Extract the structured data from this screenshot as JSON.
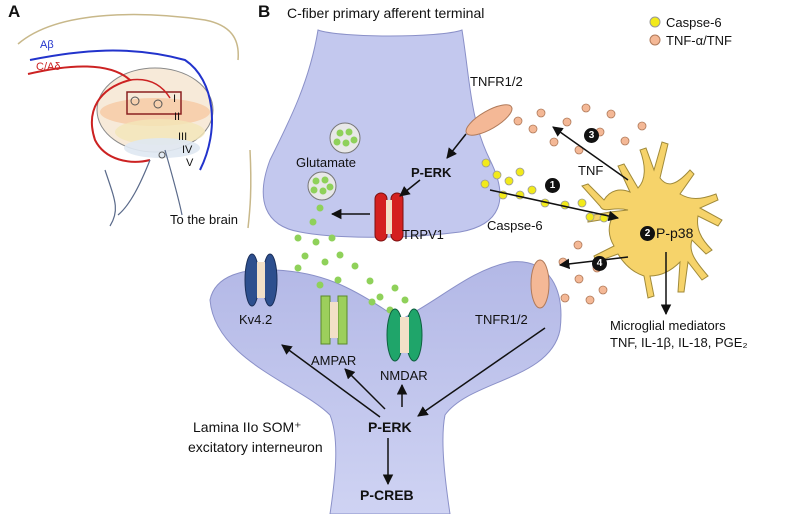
{
  "panel_a": {
    "label": "A",
    "fiber_abeta": "Aβ",
    "fiber_c": "C/Aδ",
    "laminae": [
      "I",
      "II",
      "III",
      "IV",
      "V"
    ],
    "to_brain": "To the brain"
  },
  "panel_b": {
    "label": "B",
    "title": "C-fiber primary afferent terminal",
    "legend": [
      {
        "label": "Caspse-6",
        "color": "#f2ea1a"
      },
      {
        "label": "TNF-α/TNF",
        "color": "#f4b896"
      }
    ],
    "labels": {
      "tnfr_top": "TNFR1/2",
      "glutamate": "Glutamate",
      "perk_top": "P-ERK",
      "trpv1": "TRPV1",
      "caspase_label": "Caspse-6",
      "tnf": "TNF",
      "p38": "P-p38",
      "tnfr_bottom": "TNFR1/2",
      "kv42": "Kv4.2",
      "ampar": "AMPAR",
      "nmdar": "NMDAR",
      "perk_bottom": "P-ERK",
      "pcreb": "P-CREB",
      "interneuron_line1": "Lamina IIo SOM⁺",
      "interneuron_line2": "excitatory interneuron",
      "mediators_line1": "Microglial mediators",
      "mediators_line2": "TNF, IL-1β, IL-18, PGE₂"
    },
    "steps": [
      "1",
      "2",
      "3",
      "4"
    ]
  },
  "colors": {
    "afferent": "#c3c8ee",
    "interneuron": "#b9bfe8",
    "microglia": "#f6d36a",
    "glutamate": "#8fd15a",
    "caspase": "#f2ea1a",
    "tnf": "#f4b896",
    "trpv1": "#d42020",
    "kv42": "#2d4f8e",
    "ampar": "#9ccf5c",
    "nmdar": "#1fa56a",
    "abeta": "#2233cc",
    "cfiber": "#cc2222"
  }
}
